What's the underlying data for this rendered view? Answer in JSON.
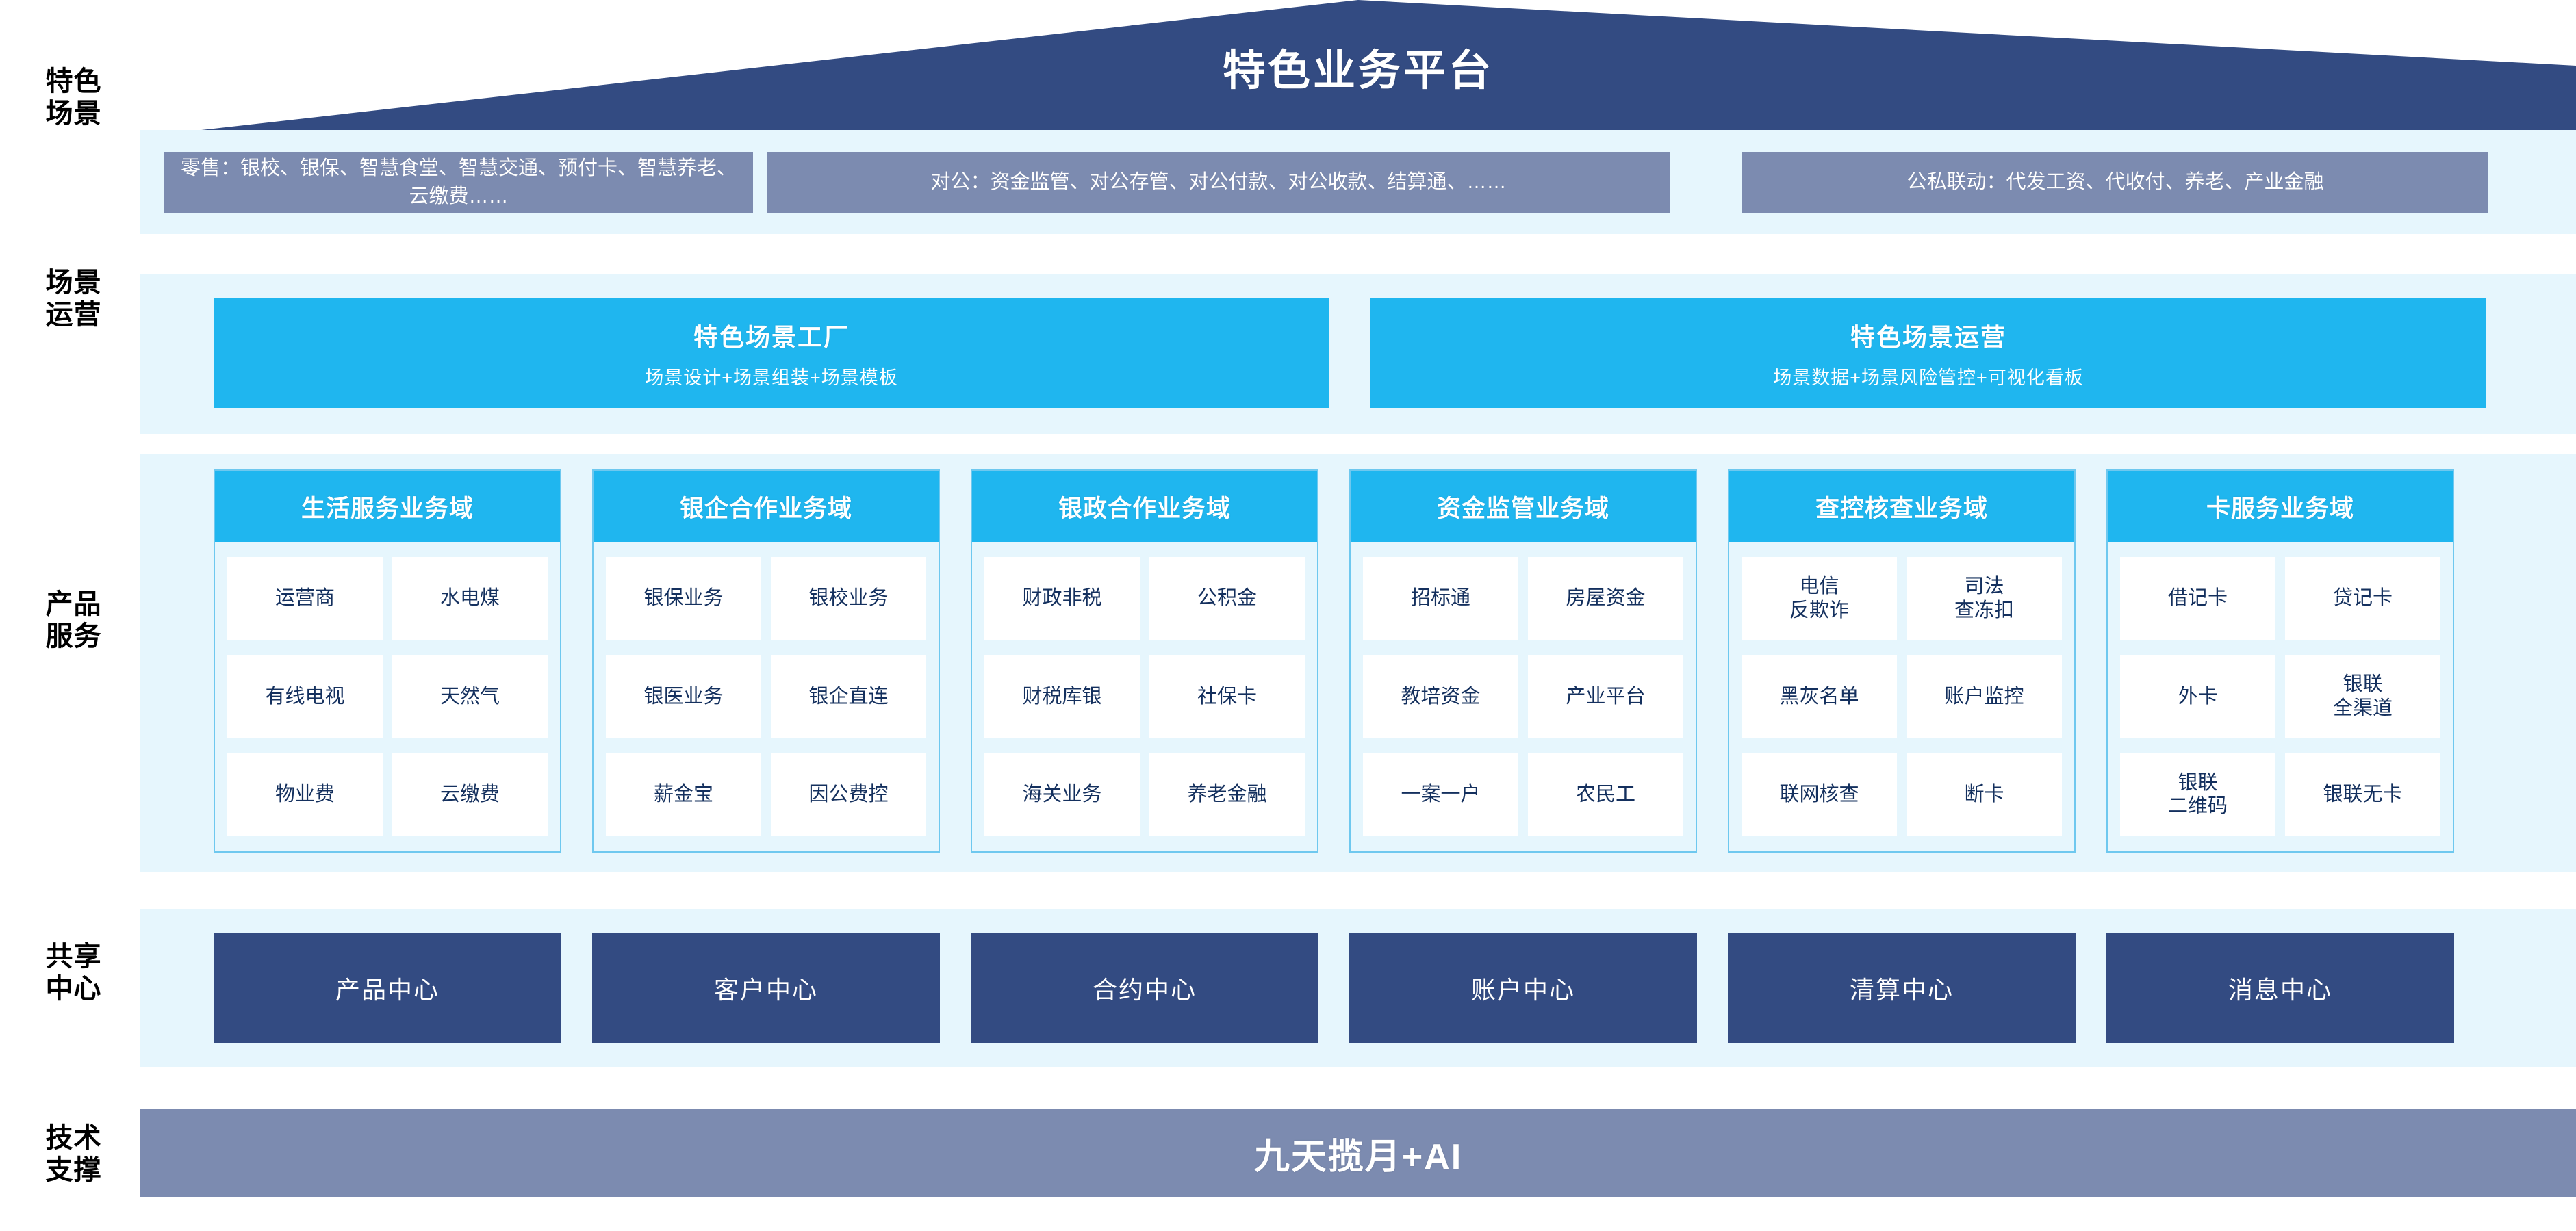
{
  "title": "特色业务平台",
  "row_labels": {
    "scene": "特色\n场景",
    "operation": "场景\n运营",
    "product": "产品\n服务",
    "shared": "共享\n中心",
    "tech": "技术\n支撑"
  },
  "scenes": [
    {
      "text": "零售：银校、银保、智慧食堂、智慧交通、预付卡、智慧养老、云缴费……"
    },
    {
      "text": "对公：资金监管、对公存管、对公付款、对公收款、结算通、……"
    },
    {
      "text": "公私联动：代发工资、代收付、养老、产业金融"
    }
  ],
  "operations": [
    {
      "title": "特色场景工厂",
      "subtitle": "场景设计+场景组装+场景模板"
    },
    {
      "title": "特色场景运营",
      "subtitle": "场景数据+场景风险管控+可视化看板"
    }
  ],
  "domains": [
    {
      "title": "生活服务业务域",
      "items": [
        "运营商",
        "水电煤",
        "有线电视",
        "天然气",
        "物业费",
        "云缴费"
      ]
    },
    {
      "title": "银企合作业务域",
      "items": [
        "银保业务",
        "银校业务",
        "银医业务",
        "银企直连",
        "薪金宝",
        "因公费控"
      ]
    },
    {
      "title": "银政合作业务域",
      "items": [
        "财政非税",
        "公积金",
        "财税库银",
        "社保卡",
        "海关业务",
        "养老金融"
      ]
    },
    {
      "title": "资金监管业务域",
      "items": [
        "招标通",
        "房屋资金",
        "教培资金",
        "产业平台",
        "一案一户",
        "农民工"
      ]
    },
    {
      "title": "查控核查业务域",
      "items": [
        "电信\n反欺诈",
        "司法\n查冻扣",
        "黑灰名单",
        "账户监控",
        "联网核查",
        "断卡"
      ]
    },
    {
      "title": "卡服务业务域",
      "items": [
        "借记卡",
        "贷记卡",
        "外卡",
        "银联\n全渠道",
        "银联\n二维码",
        "银联无卡"
      ]
    }
  ],
  "shared_centers": [
    "产品中心",
    "客户中心",
    "合约中心",
    "账户中心",
    "清算中心",
    "消息中心"
  ],
  "tech_support": "九天揽月+AI",
  "colors": {
    "roof": "#334b82",
    "scene_box": "#7c8bb0",
    "cyan": "#1fb6ef",
    "band": "#e6f6fd",
    "center": "#334b82",
    "tech": "#7c8bb0",
    "cell_text": "#14305e"
  }
}
